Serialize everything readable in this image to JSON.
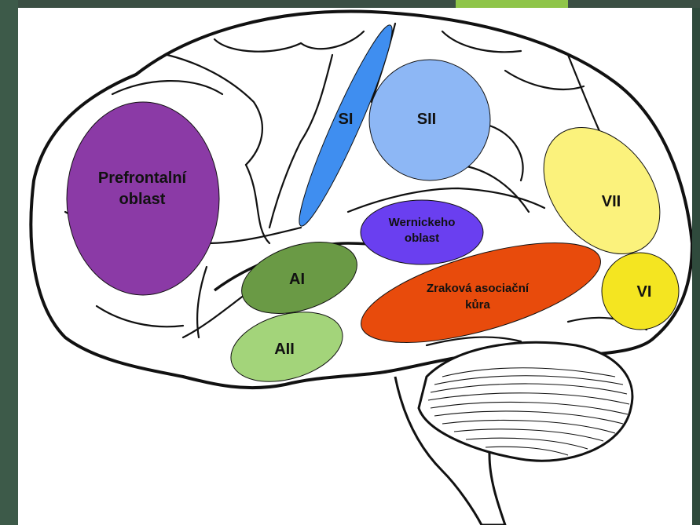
{
  "regions": {
    "prefrontal": {
      "line1": "Prefrontalní",
      "line2": "oblast",
      "color": "#8b3aa6"
    },
    "si": {
      "label": "SI",
      "color": "#3f8ef0"
    },
    "sii": {
      "label": "SII",
      "color": "#8db7f5"
    },
    "wernicke": {
      "line1": "Wernickeho",
      "line2": "oblast",
      "color": "#6a3ff0"
    },
    "ai": {
      "label": "AI",
      "color": "#6a9a45"
    },
    "aii": {
      "label": "AII",
      "color": "#a3d47a"
    },
    "visual_assoc": {
      "line1": "Zraková asociační",
      "line2": "kůra",
      "color": "#e84b0c"
    },
    "vii": {
      "label": "VII",
      "color": "#fbf27c"
    },
    "vi": {
      "label": "VI",
      "color": "#f4e521"
    }
  },
  "theme": {
    "background": "#2f4a3c",
    "accent": "#8fc549",
    "slide": "#ffffff"
  }
}
